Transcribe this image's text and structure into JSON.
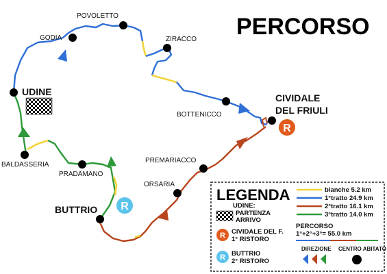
{
  "title": "PERCORSO",
  "towns": {
    "povoletto": "POVOLETTO",
    "godia": "GODIA",
    "ziracco": "ZIRACCO",
    "udine": "UDINE",
    "bottenicco": "BOTTENICCO",
    "cividale_1": "CIVIDALE",
    "cividale_2": "DEL FRIULI",
    "baldasseria": "BALDASSERIA",
    "pradamano": "PRADAMANO",
    "premariacco": "PREMARIACCO",
    "orsaria": "ORSARIA",
    "buttrio": "BUTTRIO"
  },
  "badges": {
    "cividale": "R",
    "buttrio": "R"
  },
  "legend": {
    "title": "LEGENDA",
    "tracks": [
      {
        "label": "bianche  5.2 km",
        "color": "#f2d33a"
      },
      {
        "label": "1°tratto 24.9 km",
        "color": "#2f6fd6"
      },
      {
        "label": "2°tratto 16.1 km",
        "color": "#b8451d"
      },
      {
        "label": "3°tratto 14.0 km",
        "color": "#2e9a3a"
      }
    ],
    "udine_label": "UDINE:",
    "partenza": "PARTENZA",
    "arrivo": "ARRIVO",
    "cividale_l1": "CIVIDALE DEL F.",
    "cividale_l2": "1° RISTORO",
    "buttrio_l1": "BUTTRIO",
    "buttrio_l2": "2° RISTORO",
    "percorso_label": "PERCORSO",
    "percorso_total": "1°+2°+3°= 55.0 km",
    "direzione": "DIREZIONE",
    "centro_abitato": "CENTRO ABITATO",
    "badge_r": "R"
  },
  "colors": {
    "blue": "#2f6fd6",
    "brown": "#b8451d",
    "green": "#2e9a3a",
    "yellow": "#f2d33a",
    "orange_badge": "#e25a1c",
    "cyan_badge": "#5cc4ea"
  }
}
